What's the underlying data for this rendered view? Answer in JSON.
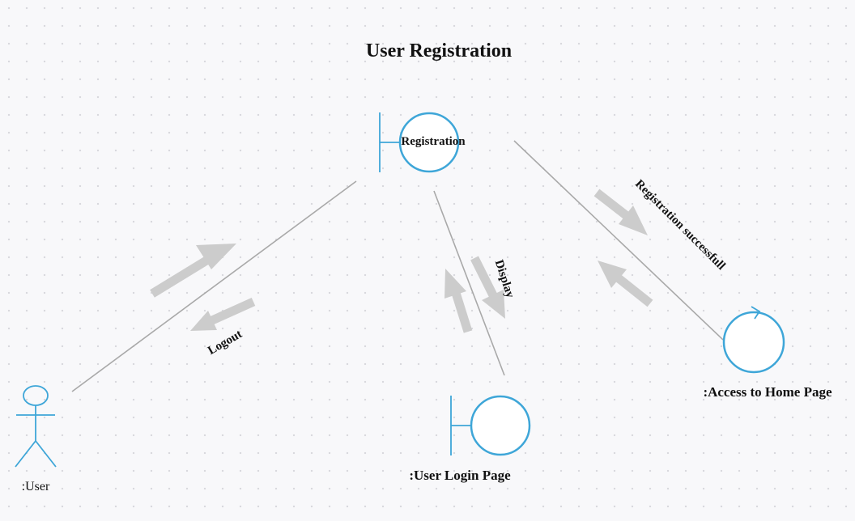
{
  "diagram": {
    "title": "User Registration",
    "nodes": {
      "registration": {
        "label": "Registration",
        "kind": "boundary"
      },
      "user": {
        "label": ":User",
        "kind": "actor"
      },
      "login_page": {
        "label": ":User Login Page",
        "kind": "boundary"
      },
      "home_page": {
        "label": ":Access to Home Page",
        "kind": "control"
      }
    },
    "messages": {
      "logout": "Logout",
      "display": "Display",
      "registration_successfull": "Registration successfull"
    },
    "colors": {
      "shape_stroke": "#3ea6d8",
      "link": "#a9a9a9",
      "message_arrow": "#cccccc"
    }
  }
}
